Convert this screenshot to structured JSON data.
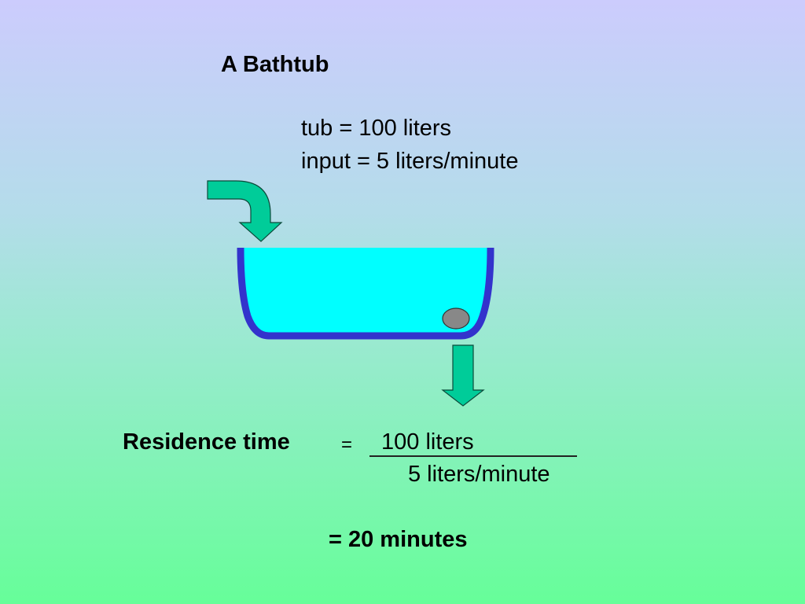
{
  "slide": {
    "title": "A Bathtub",
    "given": {
      "tub": "tub = 100 liters",
      "input": "input = 5 liters/minute"
    },
    "formula": {
      "label": "Residence time",
      "equals": "=",
      "numerator": "100 liters",
      "denominator": "5 liters/minute",
      "result": "= 20 minutes"
    }
  },
  "diagram": {
    "icons": [
      "inflow-arrow-icon",
      "bathtub-icon",
      "drain-plug-icon",
      "outflow-arrow-icon"
    ],
    "colors": {
      "background_top": "#ccccfd",
      "background_bottom": "#66fe99",
      "arrow_fill": "#00cc99",
      "tub_wall": "#3333cc",
      "water": "#00ffff",
      "drain": "#888888"
    }
  }
}
